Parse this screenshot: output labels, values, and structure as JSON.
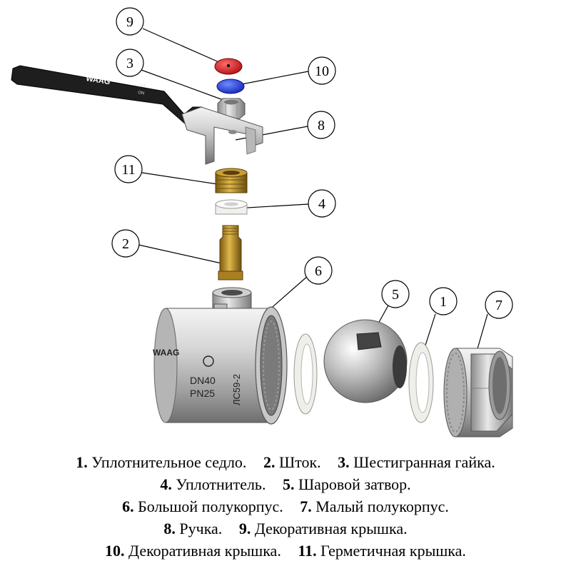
{
  "callouts": [
    {
      "id": "9",
      "label": "9"
    },
    {
      "id": "3",
      "label": "3"
    },
    {
      "id": "10",
      "label": "10"
    },
    {
      "id": "8",
      "label": "8"
    },
    {
      "id": "11",
      "label": "11"
    },
    {
      "id": "4",
      "label": "4"
    },
    {
      "id": "2",
      "label": "2"
    },
    {
      "id": "6",
      "label": "6"
    },
    {
      "id": "5",
      "label": "5"
    },
    {
      "id": "1",
      "label": "1"
    },
    {
      "id": "7",
      "label": "7"
    }
  ],
  "markings": {
    "handle_brand": "WAAG",
    "handle_off": "OFF",
    "handle_on": "ON",
    "body_brand": "WAAG",
    "dn": "DN40",
    "pn": "PN25",
    "alloy": "ЛС59-2"
  },
  "legend": [
    [
      {
        "num": "1.",
        "text": "Уплотнительное седло."
      },
      {
        "num": "2.",
        "text": "Шток."
      },
      {
        "num": "3.",
        "text": "Шестигранная гайка."
      }
    ],
    [
      {
        "num": "4.",
        "text": "Уплотнитель."
      },
      {
        "num": "5.",
        "text": "Шаровой затвор."
      }
    ],
    [
      {
        "num": "6.",
        "text": "Большой полукорпус."
      },
      {
        "num": "7.",
        "text": "Малый полукорпус."
      }
    ],
    [
      {
        "num": "8.",
        "text": "Ручка."
      },
      {
        "num": "9.",
        "text": "Декоративная крышка."
      }
    ],
    [
      {
        "num": "10.",
        "text": "Декоративная крышка."
      },
      {
        "num": "11.",
        "text": "Герметичная крышка."
      }
    ]
  ]
}
